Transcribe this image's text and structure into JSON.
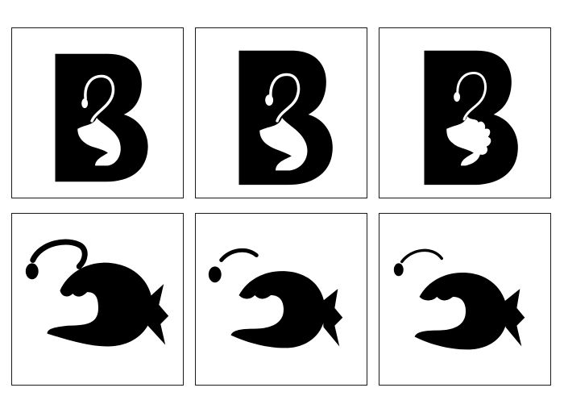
{
  "title": "",
  "tiles": [
    {
      "row": 1,
      "col": 1,
      "motif": "letter-b-anglerfish-icon",
      "variant": "smooth-fins"
    },
    {
      "row": 1,
      "col": 2,
      "motif": "letter-b-anglerfish-icon",
      "variant": "smooth-fins-soft"
    },
    {
      "row": 1,
      "col": 3,
      "motif": "letter-b-anglerfish-icon",
      "variant": "spiky-fins"
    },
    {
      "row": 2,
      "col": 1,
      "motif": "anglerfish-silhouette-icon",
      "variant": "bold"
    },
    {
      "row": 2,
      "col": 2,
      "motif": "anglerfish-silhouette-icon",
      "variant": "refined"
    },
    {
      "row": 2,
      "col": 3,
      "motif": "anglerfish-silhouette-icon",
      "variant": "final"
    }
  ],
  "colors": {
    "ink": "#000000",
    "paper": "#ffffff",
    "border": "#1a1a1a"
  }
}
